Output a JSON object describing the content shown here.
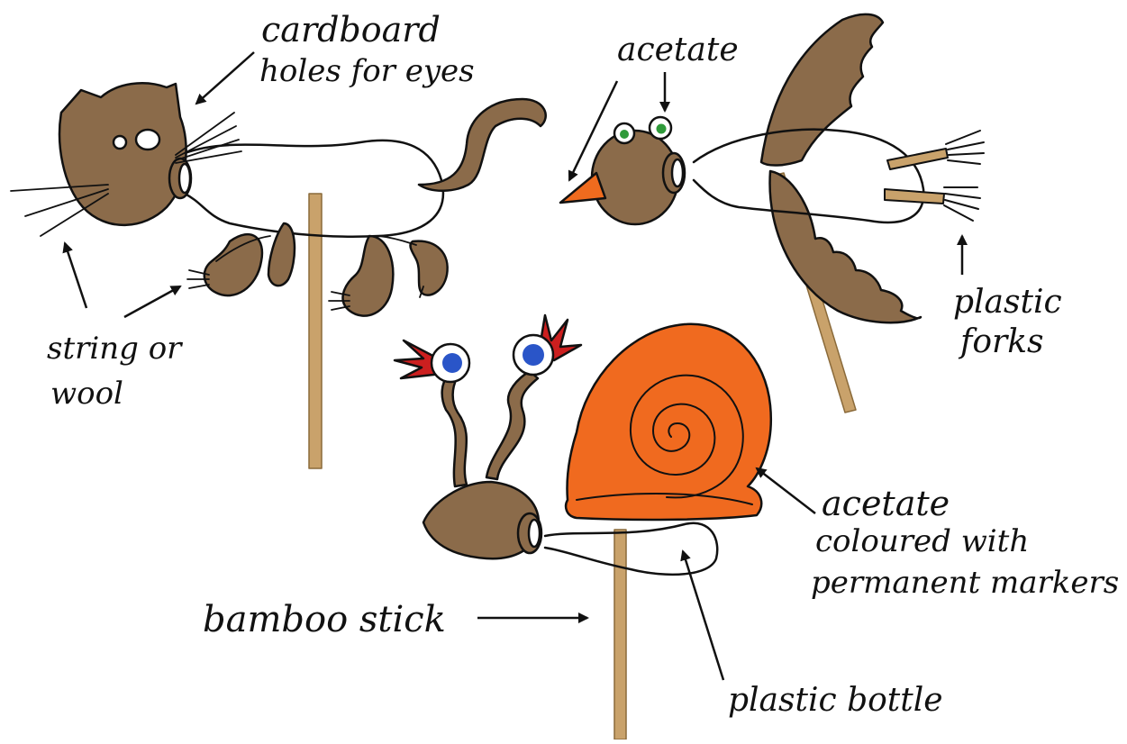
{
  "labels": {
    "cardboard": "cardboard",
    "holes_for_eyes": "holes for eyes",
    "acetate_top": "acetate",
    "string_or": "string or",
    "wool": "wool",
    "plastic": "plastic",
    "forks": "forks",
    "acetate_bottom": "acetate",
    "coloured_with": "coloured with",
    "permanent_markers": "permanent markers",
    "bamboo_stick": "bamboo stick",
    "plastic_bottle": "plastic bottle"
  },
  "colors": {
    "cardboard": "#8b6b4a",
    "cardboard_dark": "#6e5236",
    "shell": "#f06a1f",
    "beak": "#ef6b1e",
    "crest": "#cc1f1f",
    "snail_eye": "#2a55c8",
    "bird_eye": "#2f9a3a",
    "bamboo": "#c9a26b",
    "ink": "#111111"
  }
}
